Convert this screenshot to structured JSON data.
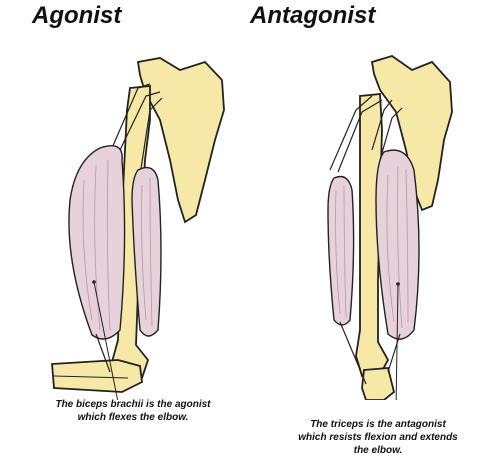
{
  "titles": {
    "left": "Agonist",
    "right": "Antagonist"
  },
  "captions": {
    "left": [
      "The biceps brachii is the agonist",
      "which flexes the elbow."
    ],
    "right": [
      "The triceps is the antagonist",
      "which resists flexion and extends",
      "the elbow."
    ]
  },
  "colors": {
    "bone": "#f6e8a6",
    "muscle": "#e7d1da",
    "muscle_stroke": "#b39aa5",
    "outline": "#222222"
  }
}
